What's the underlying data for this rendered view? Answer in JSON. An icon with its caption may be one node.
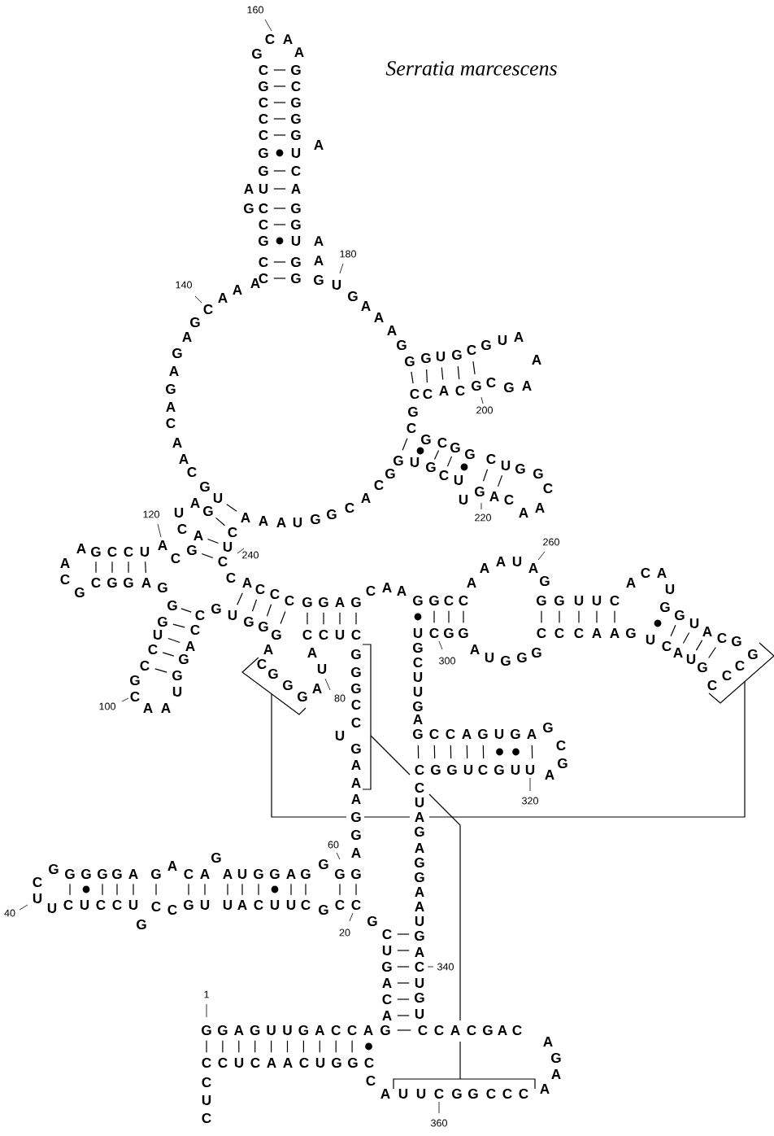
{
  "diagram": {
    "title": "Serratia marcescens",
    "labels": [
      "160",
      "G",
      "C",
      "A",
      "A",
      "C",
      "G",
      "C",
      "C",
      "C",
      "G",
      "G",
      "U",
      "C",
      "C",
      "G",
      "C",
      "C",
      "G",
      "C",
      "G",
      "G",
      "G",
      "U",
      "C",
      "A",
      "G",
      "G",
      "U",
      "G",
      "G",
      "A",
      "A",
      "G",
      "A",
      "A",
      "G",
      "U",
      "180",
      "140",
      "A",
      "A",
      "A",
      "C",
      "G",
      "A",
      "G",
      "A",
      "G",
      "A",
      "C",
      "A",
      "A",
      "C",
      "G",
      "U",
      "A",
      "A",
      "A",
      "U",
      "G",
      "G",
      "C",
      "A",
      "C",
      "G",
      "G",
      "A",
      "A",
      "A",
      "G",
      "G",
      "G",
      "U",
      "G",
      "C",
      "G",
      "U",
      "A",
      "A",
      "C",
      "C",
      "A",
      "C",
      "G",
      "C",
      "G",
      "A",
      "G",
      "200",
      "C",
      "G",
      "C",
      "G",
      "G",
      "C",
      "U",
      "G",
      "G",
      "C",
      "G",
      "U",
      "G",
      "C",
      "U",
      "U",
      "G",
      "A",
      "C",
      "A",
      "A",
      "220",
      "U",
      "A",
      "G",
      "C",
      "A",
      "C",
      "A",
      "G",
      "U",
      "C",
      "C",
      "120",
      "240",
      "C",
      "A",
      "C",
      "C",
      "C",
      "G",
      "G",
      "A",
      "G",
      "C",
      "A",
      "A",
      "A",
      "G",
      "C",
      "C",
      "U",
      "A",
      "C",
      "G",
      "C",
      "G",
      "G",
      "A",
      "G",
      "G",
      "G",
      "U",
      "C",
      "C",
      "G",
      "C",
      "100",
      "A",
      "A",
      "U",
      "G",
      "G",
      "A",
      "C",
      "C",
      "G",
      "U",
      "G",
      "G",
      "G",
      "A",
      "C",
      "G",
      "G",
      "G",
      "A",
      "U",
      "A",
      "80",
      "C",
      "C",
      "U",
      "C",
      "G",
      "G",
      "G",
      "C",
      "C",
      "U",
      "G",
      "A",
      "A",
      "A",
      "G",
      "G",
      "A",
      "60",
      "C",
      "G",
      "G",
      "G",
      "G",
      "G",
      "A",
      "G",
      "A",
      "C",
      "A",
      "G",
      "A",
      "U",
      "G",
      "G",
      "A",
      "G",
      "G",
      "G",
      "G",
      "U",
      "U",
      "C",
      "U",
      "C",
      "C",
      "U",
      "G",
      "C",
      "C",
      "G",
      "U",
      "U",
      "A",
      "C",
      "U",
      "U",
      "C",
      "G",
      "C",
      "C",
      "40",
      "20",
      "G",
      "C",
      "U",
      "G",
      "A",
      "C",
      "A",
      "G",
      "A",
      "C",
      "U",
      "G",
      "U",
      "1",
      "G",
      "G",
      "A",
      "G",
      "U",
      "U",
      "G",
      "A",
      "C",
      "C",
      "A",
      "G",
      "C",
      "C",
      "U",
      "C",
      "A",
      "A",
      "C",
      "U",
      "G",
      "G",
      "C",
      "C",
      "U",
      "C",
      "C",
      "C",
      "C",
      "A",
      "C",
      "G",
      "A",
      "C",
      "A",
      "G",
      "A",
      "A",
      "A",
      "U",
      "U",
      "C",
      "G",
      "G",
      "C",
      "C",
      "C",
      "360",
      "G",
      "G",
      "C",
      "C",
      "U",
      "C",
      "G",
      "G",
      "300",
      "A",
      "U",
      "G",
      "G",
      "G",
      "A",
      "A",
      "A",
      "U",
      "A",
      "260",
      "G",
      "G",
      "G",
      "U",
      "U",
      "C",
      "C",
      "C",
      "C",
      "A",
      "A",
      "G",
      "A",
      "C",
      "A",
      "U",
      "G",
      "G",
      "U",
      "A",
      "C",
      "G",
      "G",
      "C",
      "C",
      "C",
      "G",
      "U",
      "A",
      "C",
      "U",
      "G",
      "C",
      "U",
      "U",
      "G",
      "A",
      "G",
      "C",
      "C",
      "A",
      "G",
      "U",
      "G",
      "A",
      "G",
      "C",
      "G",
      "A",
      "C",
      "G",
      "G",
      "U",
      "C",
      "G",
      "U",
      "U",
      "320",
      "C",
      "U",
      "A",
      "G",
      "A",
      "G",
      "G",
      "A",
      "A",
      "U",
      "340"
    ]
  }
}
